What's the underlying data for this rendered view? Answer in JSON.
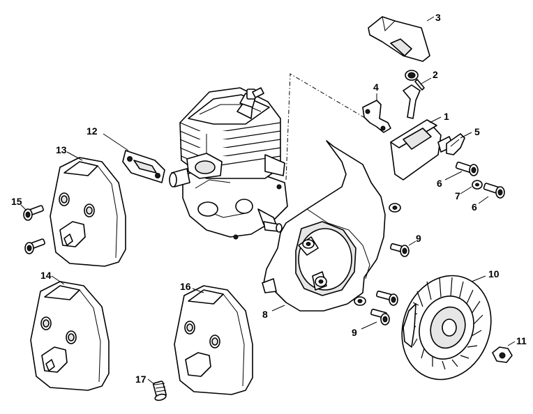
{
  "callouts": {
    "c1": "1",
    "c2": "2",
    "c3": "3",
    "c4": "4",
    "c5": "5",
    "c6a": "6",
    "c6b": "6",
    "c7": "7",
    "c8": "8",
    "c9a": "9",
    "c9b": "9",
    "c10": "10",
    "c11": "11",
    "c12": "12",
    "c13": "13",
    "c14": "14",
    "c15": "15",
    "c16": "16",
    "c17": "17"
  }
}
